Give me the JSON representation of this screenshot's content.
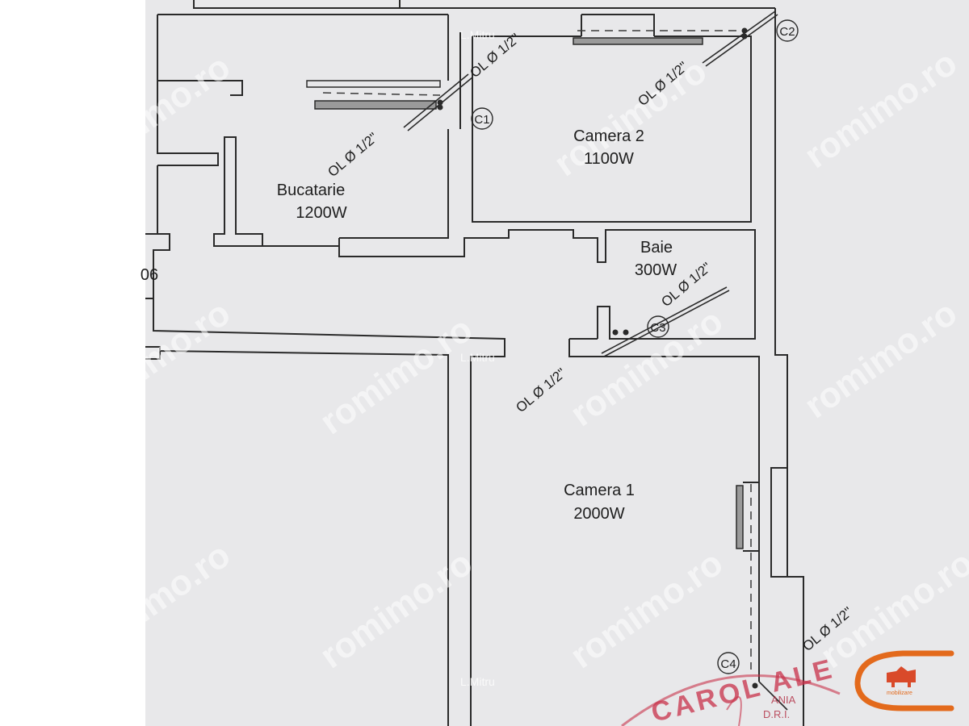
{
  "rooms": {
    "bucatarie": {
      "name": "Bucatarie",
      "power": "1200W"
    },
    "camera2": {
      "name": "Camera 2",
      "power": "1100W"
    },
    "baie": {
      "name": "Baie",
      "power": "300W"
    },
    "camera1": {
      "name": "Camera 1",
      "power": "2000W"
    }
  },
  "pipe_labels": [
    "OL Ø 1/2\"",
    "OL Ø 1/2\"",
    "OL Ø 1/2\"",
    "OL Ø 1/2\"",
    "OL Ø 1/2\"",
    "OL Ø 1/2\""
  ],
  "circuits": [
    "C1",
    "C2",
    "C3",
    "C4"
  ],
  "edge_text": "06",
  "watermark": {
    "site": "romimo.ro",
    "author": "L.Mitru"
  },
  "stamp": {
    "text": "CAROL ALE",
    "sub": "ANIA",
    "sub2": "D.R.I."
  },
  "brand": {
    "caption": "mobilizare",
    "color": "#e36a1c"
  },
  "colors": {
    "paper": "#e8e8ea",
    "ink": "#2a2a2a",
    "stamp": "#c8324a"
  }
}
